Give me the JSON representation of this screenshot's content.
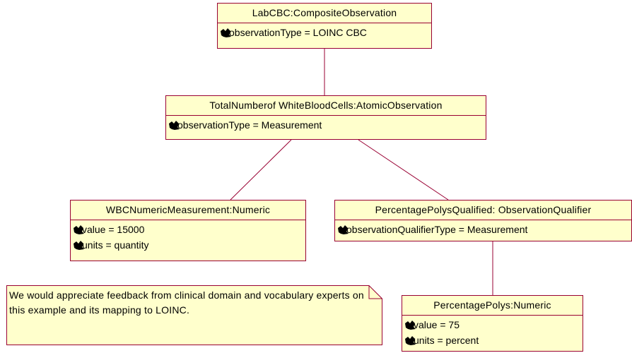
{
  "objects": {
    "lab_cbc": {
      "title": "LabCBC:CompositeObservation",
      "attrs": [
        "observationType = LOINC CBC"
      ]
    },
    "total_wbc": {
      "title": "TotalNumberof WhiteBloodCells:AtomicObservation",
      "attrs": [
        "observationType = Measurement"
      ]
    },
    "wbc_numeric": {
      "title": "WBCNumericMeasurement:Numeric",
      "attrs": [
        "value = 15000",
        "units = quantity"
      ]
    },
    "pct_polys_qualified": {
      "title": "PercentagePolysQualified: ObservationQualifier",
      "attrs": [
        "observationQualifierType = Measurement"
      ]
    },
    "pct_polys_numeric": {
      "title": "PercentagePolys:Numeric",
      "attrs": [
        "value = 75",
        "units = percent"
      ]
    }
  },
  "note": {
    "text": "We would appreciate feedback from clinical domain and vocabulary experts on this example and its mapping to LOINC."
  },
  "colors": {
    "box_fill": "#ffffcc",
    "box_border": "#990033",
    "link": "#990033"
  },
  "icons": {
    "attribute": "attribute-icon"
  }
}
